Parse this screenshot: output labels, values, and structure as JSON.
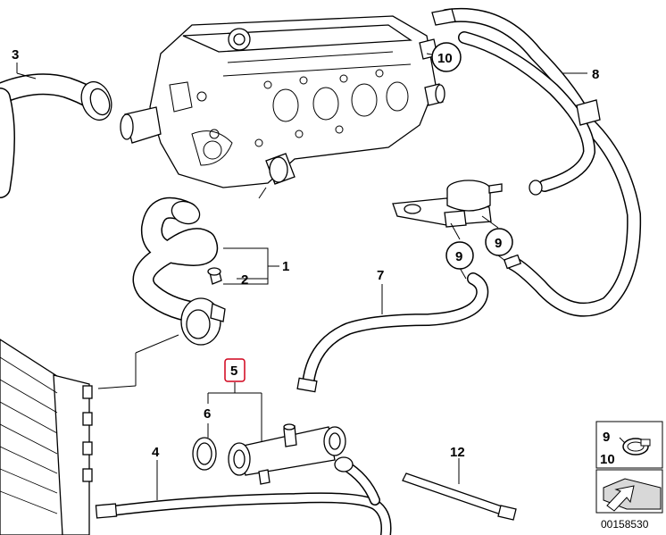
{
  "callouts": {
    "c1": "1",
    "c2": "2",
    "c3": "3",
    "c4": "4",
    "c5": "5",
    "c6": "6",
    "c7": "7",
    "c8": "8",
    "c9a": "9",
    "c9b": "9",
    "c10": "10",
    "c12": "12"
  },
  "legend": {
    "top": "9",
    "bottom": "10"
  },
  "reference": "00158530",
  "colors": {
    "highlight": "#d0021b",
    "line": "#000000"
  }
}
